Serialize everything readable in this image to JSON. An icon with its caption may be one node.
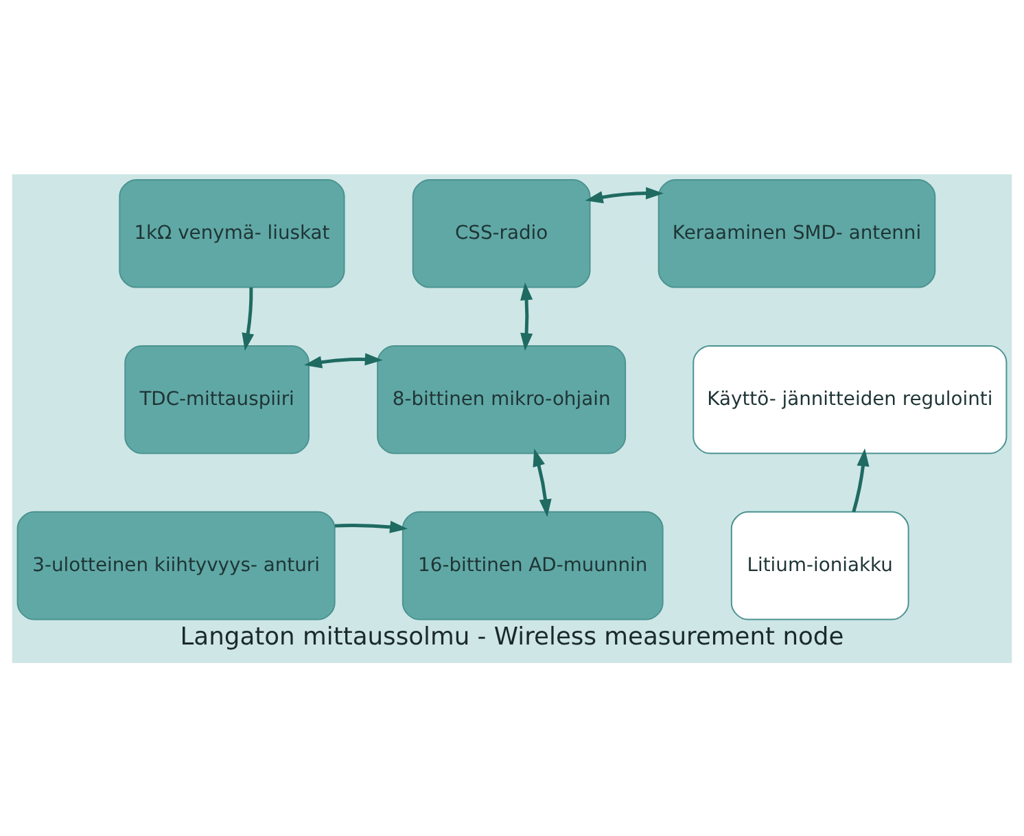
{
  "diagram": {
    "caption": "Langaton mittaussolmu - Wireless measurement node",
    "nodes": [
      {
        "text": [
          "1kΩ venymä- liuskat"
        ]
      },
      {
        "text": [
          "CSS-radio"
        ]
      },
      {
        "text": [
          "Keraaminen SMD- antenni"
        ]
      },
      {
        "text": [
          "TDC-mittauspiiri"
        ]
      },
      {
        "text": [
          "8-bittinen mikro-ohjain"
        ]
      },
      {
        "text": [
          "Käyttö- jännitteiden regulointi"
        ]
      },
      {
        "text": [
          "3-ulotteinen kiihtyvyys- anturi"
        ]
      },
      {
        "text": [
          "16-bittinen AD-muunnin"
        ]
      },
      {
        "text": [
          "Litium-ioniakku"
        ]
      }
    ],
    "edges": [
      {
        "from": 0,
        "to": 3,
        "arrow": "to"
      },
      {
        "from": 1,
        "to": 2,
        "arrow": "both"
      },
      {
        "from": 1,
        "to": 4,
        "arrow": "both"
      },
      {
        "from": 3,
        "to": 4,
        "arrow": "both"
      },
      {
        "from": 4,
        "to": 7,
        "arrow": "both"
      },
      {
        "from": 6,
        "to": 7,
        "arrow": "to"
      },
      {
        "from": 8,
        "to": 5,
        "arrow": "to"
      }
    ]
  }
}
